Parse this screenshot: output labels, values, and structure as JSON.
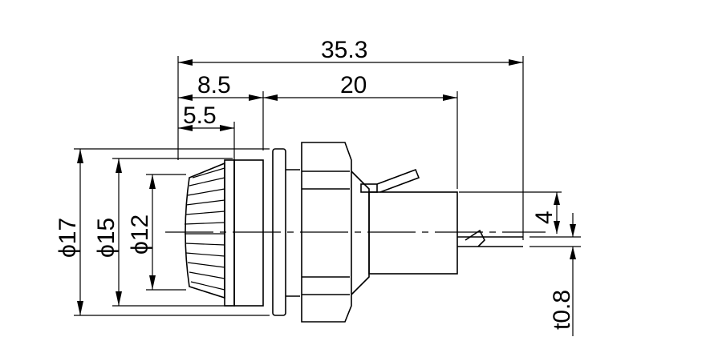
{
  "dimensions": {
    "overall_length": "35.3",
    "length_8_5": "8.5",
    "length_20": "20",
    "length_5_5": "5.5",
    "diameter_17": "ϕ17",
    "diameter_15": "ϕ15",
    "diameter_12": "ϕ12",
    "terminal_offset": "4",
    "terminal_thickness": "t0.8"
  }
}
